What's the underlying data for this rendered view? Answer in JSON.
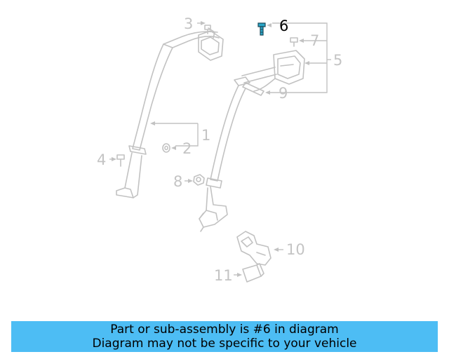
{
  "diagram": {
    "callouts": [
      "1",
      "2",
      "3",
      "4",
      "5",
      "6",
      "7",
      "8",
      "9",
      "10",
      "11"
    ],
    "highlighted_callout": "6",
    "highlight_color": "#2aa6c8",
    "line_color": "#c2c2c2"
  },
  "banner": {
    "line1": "Part or sub-assembly is #6 in diagram",
    "line2": "Diagram may not be specific to your vehicle",
    "background": "#4dbdf4"
  }
}
